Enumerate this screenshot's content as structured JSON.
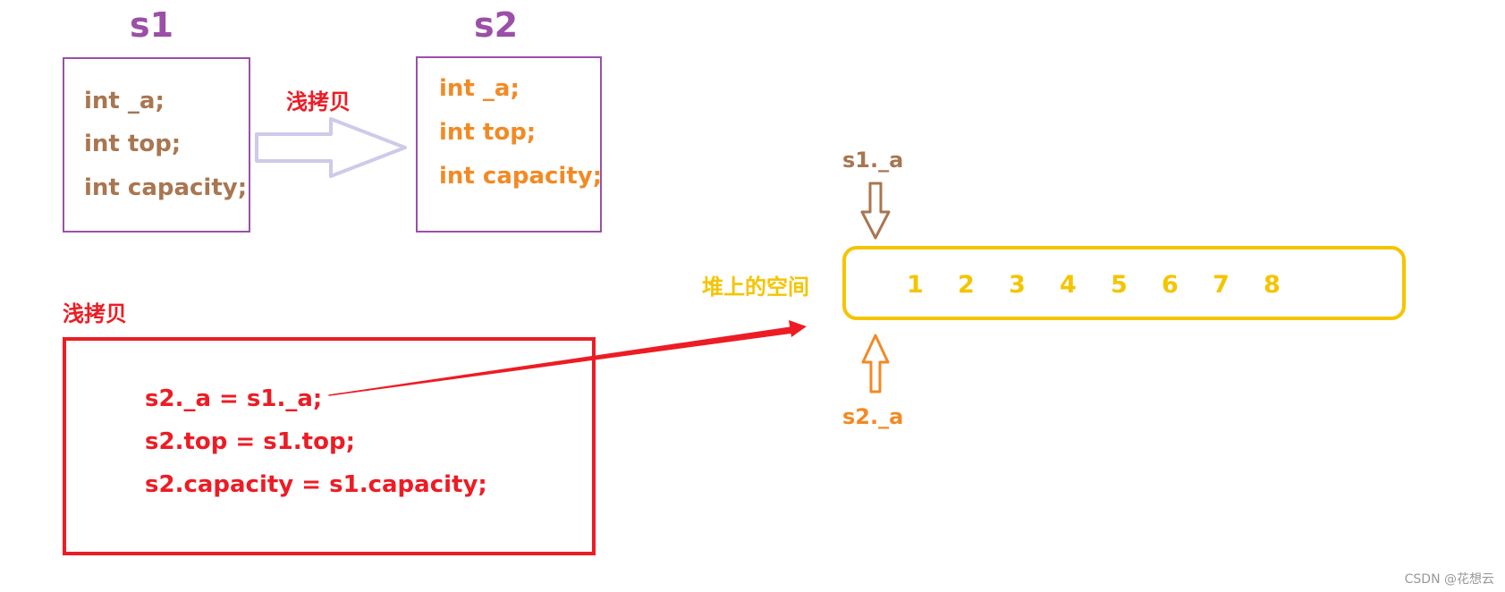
{
  "colors": {
    "purple": "#9b4fa8",
    "brown": "#a87650",
    "orange": "#f28a24",
    "red": "#ed1c24",
    "yellow": "#f5c400",
    "arrow_fill": "#cfc9ea",
    "watermark": "#999999"
  },
  "s1": {
    "title": "s1",
    "lines": [
      "int _a;",
      "int top;",
      "int capacity;"
    ]
  },
  "s2": {
    "title": "s2",
    "lines": [
      "int _a;",
      "int top;",
      "int capacity;"
    ]
  },
  "copy_arrow": {
    "label": "浅拷贝"
  },
  "code_block": {
    "heading": "浅拷贝",
    "lines": [
      "s2._a = s1._a;",
      "s2.top = s1.top;",
      "s2.capacity = s1.capacity;"
    ]
  },
  "heap": {
    "label": "堆上的空间",
    "cells": [
      "1",
      "2",
      "3",
      "4",
      "5",
      "6",
      "7",
      "8"
    ]
  },
  "pointers": {
    "s1_label": "s1._a",
    "s2_label": "s2._a"
  },
  "watermark": "CSDN @花想云"
}
